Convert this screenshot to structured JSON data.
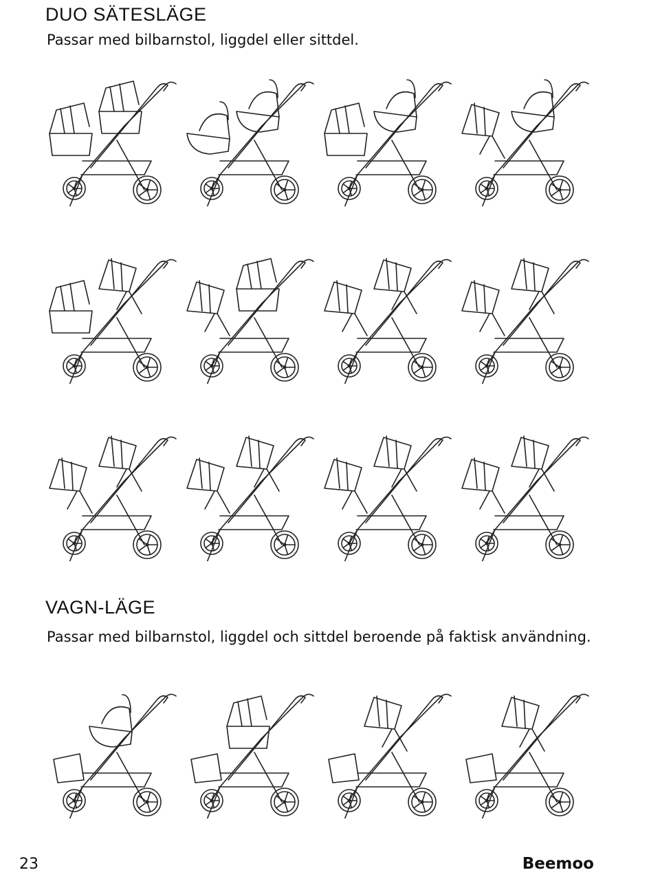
{
  "sections": [
    {
      "title": "DUO SÄTESLÄGE",
      "description": "Passar med bilbarnstol, liggdel eller sittdel.",
      "rows": [
        [
          "bassinet+bassinet",
          "carseat+carseat",
          "bassinet+carseat",
          "seat+carseat"
        ],
        [
          "bassinet+seat",
          "seat+bassinet",
          "seat+seat",
          "seat+seat"
        ],
        [
          "seat+seat",
          "seat+seat",
          "seat+seat",
          "seat+seat"
        ]
      ]
    },
    {
      "title": "VAGN-LÄGE",
      "description": "Passar med bilbarnstol, liggdel och sittdel beroende på faktisk användning.",
      "rows": [
        [
          "carseat",
          "bassinet",
          "seat",
          "seat"
        ]
      ]
    }
  ],
  "footer": {
    "page_number": "23",
    "brand": "Beemoo"
  }
}
